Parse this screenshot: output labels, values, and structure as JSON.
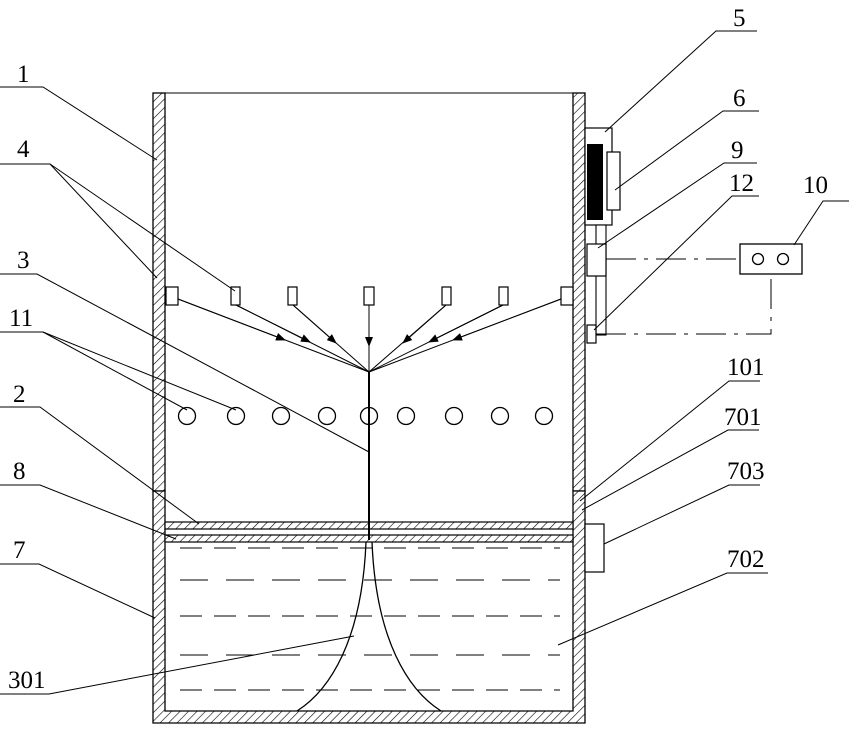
{
  "labels": {
    "l1": "1",
    "l2": "2",
    "l3": "3",
    "l4": "4",
    "l5": "5",
    "l6": "6",
    "l7": "7",
    "l8": "8",
    "l9": "9",
    "l10": "10",
    "l11": "11",
    "l12": "12",
    "l101": "101",
    "l301": "301",
    "l701": "701",
    "l702": "702",
    "l703": "703"
  },
  "colors": {
    "line": "#000000",
    "background": "#ffffff"
  }
}
